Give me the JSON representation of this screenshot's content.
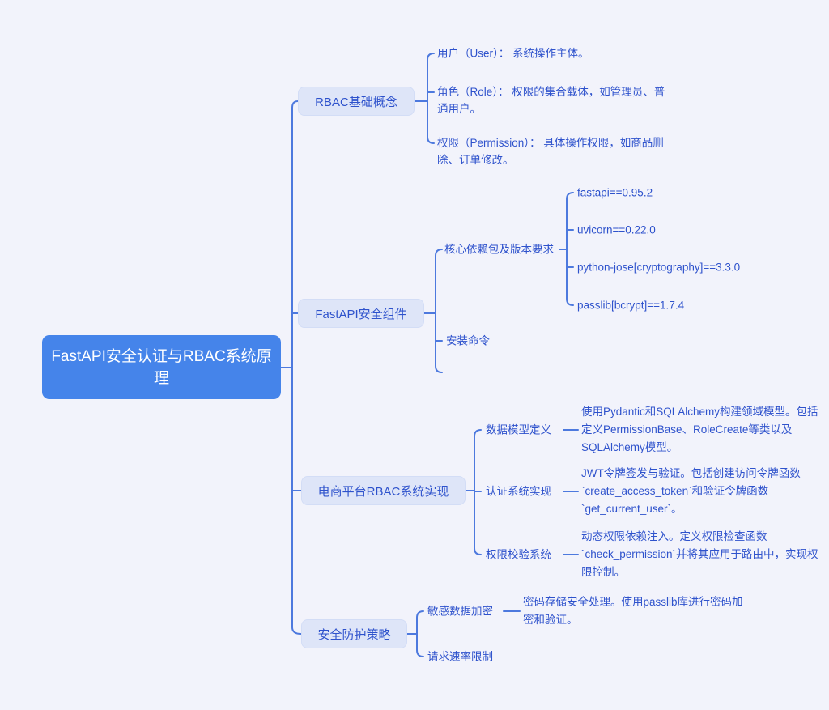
{
  "colors": {
    "background": "#f2f3fb",
    "root_fill": "#4584ea",
    "root_text": "#ffffff",
    "branch_fill": "#dee5f8",
    "text_blue": "#2e52cc",
    "connector_line": "#4d79de"
  },
  "root": {
    "title": "FastAPI安全认证与RBAC系统原理"
  },
  "branches": [
    {
      "label": "RBAC基础概念",
      "children": [
        {
          "text": "用户（User）： 系统操作主体。"
        },
        {
          "text": "角色（Role）： 权限的集合载体，如管理员、普通用户。"
        },
        {
          "text": "权限（Permission）： 具体操作权限，如商品删除、订单修改。"
        }
      ]
    },
    {
      "label": "FastAPI安全组件",
      "children": [
        {
          "text": "核心依赖包及版本要求",
          "children": [
            {
              "text": "fastapi==0.95.2"
            },
            {
              "text": "uvicorn==0.22.0"
            },
            {
              "text": "python-jose[cryptography]==3.3.0"
            },
            {
              "text": "passlib[bcrypt]==1.7.4"
            }
          ]
        },
        {
          "text": "安装命令"
        }
      ]
    },
    {
      "label": "电商平台RBAC系统实现",
      "children": [
        {
          "text": "数据模型定义",
          "description": "使用Pydantic和SQLAlchemy构建领域模型。包括定义PermissionBase、RoleCreate等类以及SQLAlchemy模型。"
        },
        {
          "text": "认证系统实现",
          "description": "JWT令牌签发与验证。包括创建访问令牌函数`create_access_token`和验证令牌函数`get_current_user`。"
        },
        {
          "text": "权限校验系统",
          "description": "动态权限依赖注入。定义权限检查函数`check_permission`并将其应用于路由中，实现权限控制。"
        }
      ]
    },
    {
      "label": "安全防护策略",
      "children": [
        {
          "text": "敏感数据加密",
          "description": "密码存储安全处理。使用passlib库进行密码加密和验证。"
        },
        {
          "text": "请求速率限制"
        }
      ]
    }
  ]
}
